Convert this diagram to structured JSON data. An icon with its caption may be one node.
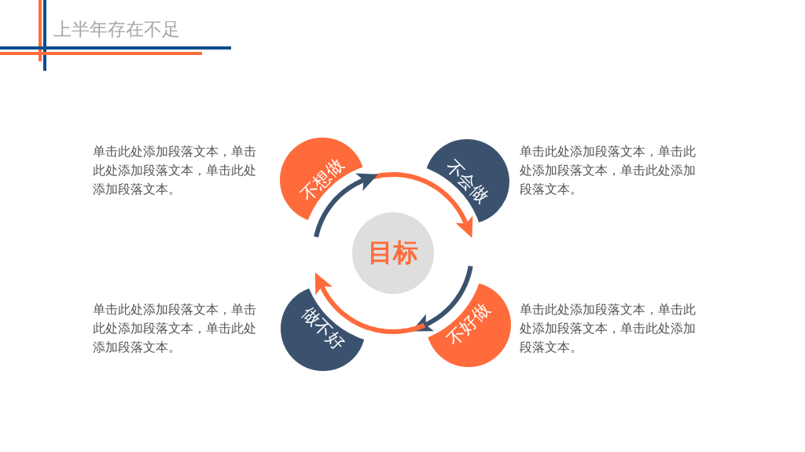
{
  "diagram": {
    "title": "上半年存在不足",
    "nodes": [
      {
        "text": [
          "不想做"
        ],
        "beside": [
          "单击此处添加段落文本，单击此处添加段落文本，单击此处添加段落文本。"
        ]
      },
      {
        "text": [
          "不会做"
        ],
        "beside": [
          "单击此处添加段落文本，单击此处添加段落文本，单击此处添加段落文本。"
        ]
      },
      {
        "text": [
          "目标"
        ]
      },
      {
        "text": [
          "做不好"
        ],
        "beside": [
          "单击此处添加段落文本，单击此处添加段落文本，单击此处添加段落文本。"
        ]
      },
      {
        "text": [
          "不好做"
        ],
        "beside": [
          "单击此处添加段落文本，单击此处添加段落文本，单击此处添加段落文本。"
        ]
      }
    ],
    "edges": [
      {
        "from": 0,
        "to": 1,
        "arrow": "to",
        "color": "#ff6b3b"
      },
      {
        "from": null,
        "to": 4,
        "arrow": "to",
        "color": "#3b526e"
      },
      {
        "from": 4,
        "to": 3,
        "arrow": "to",
        "color": "#ff6b3b"
      },
      {
        "from": null,
        "to": 0,
        "arrow": "to",
        "color": "#3b526e"
      }
    ]
  }
}
